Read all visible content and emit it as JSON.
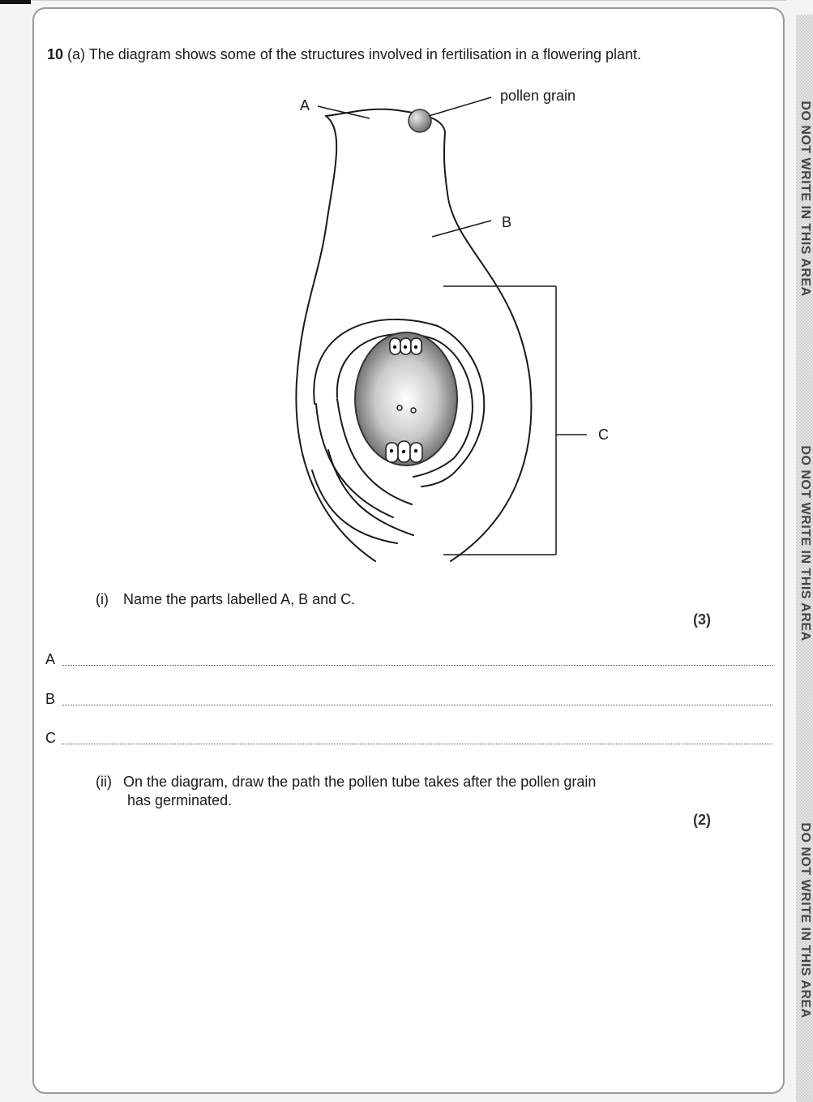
{
  "question": {
    "number": "10",
    "part": "(a)",
    "intro": "The diagram shows some of the structures involved in fertilisation in a flowering plant."
  },
  "diagram": {
    "labels": {
      "a": "A",
      "pollen_grain": "pollen grain",
      "b": "B",
      "c": "C"
    }
  },
  "part_i": {
    "number": "(i)",
    "text": "Name the parts labelled A, B and C.",
    "marks": "(3)",
    "answer_letters": [
      "A",
      "B",
      "C"
    ]
  },
  "part_ii": {
    "number": "(ii)",
    "line1": "On the diagram, draw the path the pollen tube takes after the pollen grain",
    "line2": "has germinated.",
    "marks": "(2)"
  },
  "margin_warning": "DO NOT WRITE IN THIS AREA"
}
